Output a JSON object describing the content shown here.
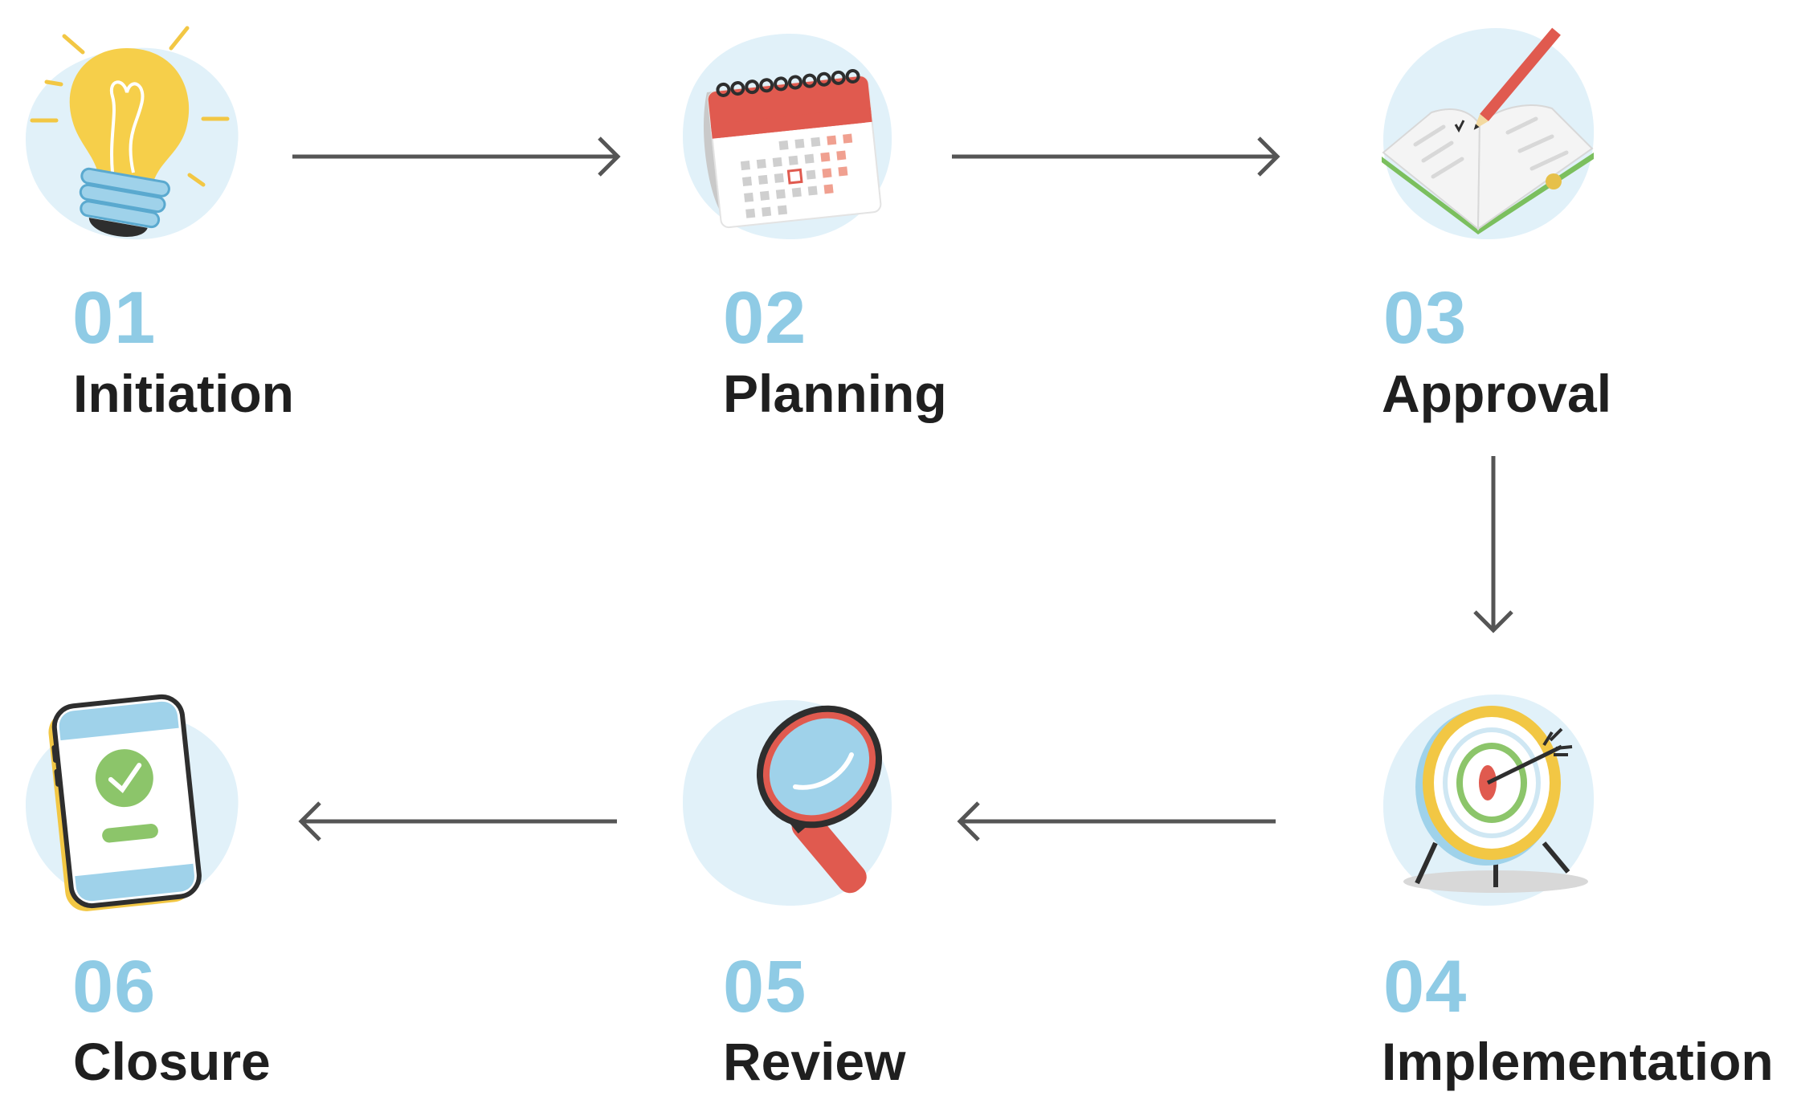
{
  "steps": [
    {
      "number": "01",
      "title": "Initiation",
      "icon": "lightbulb-icon"
    },
    {
      "number": "02",
      "title": "Planning",
      "icon": "calendar-icon"
    },
    {
      "number": "03",
      "title": "Approval",
      "icon": "open-book-pencil-icon"
    },
    {
      "number": "04",
      "title": "Implementation",
      "icon": "target-arrow-icon"
    },
    {
      "number": "05",
      "title": "Review",
      "icon": "magnifying-glass-icon"
    },
    {
      "number": "06",
      "title": "Closure",
      "icon": "phone-checkmark-icon"
    }
  ],
  "colors": {
    "number": "#8fcbe5",
    "title": "#1f1f1f",
    "blob": "#e1f1f9",
    "arrow": "#555555"
  }
}
